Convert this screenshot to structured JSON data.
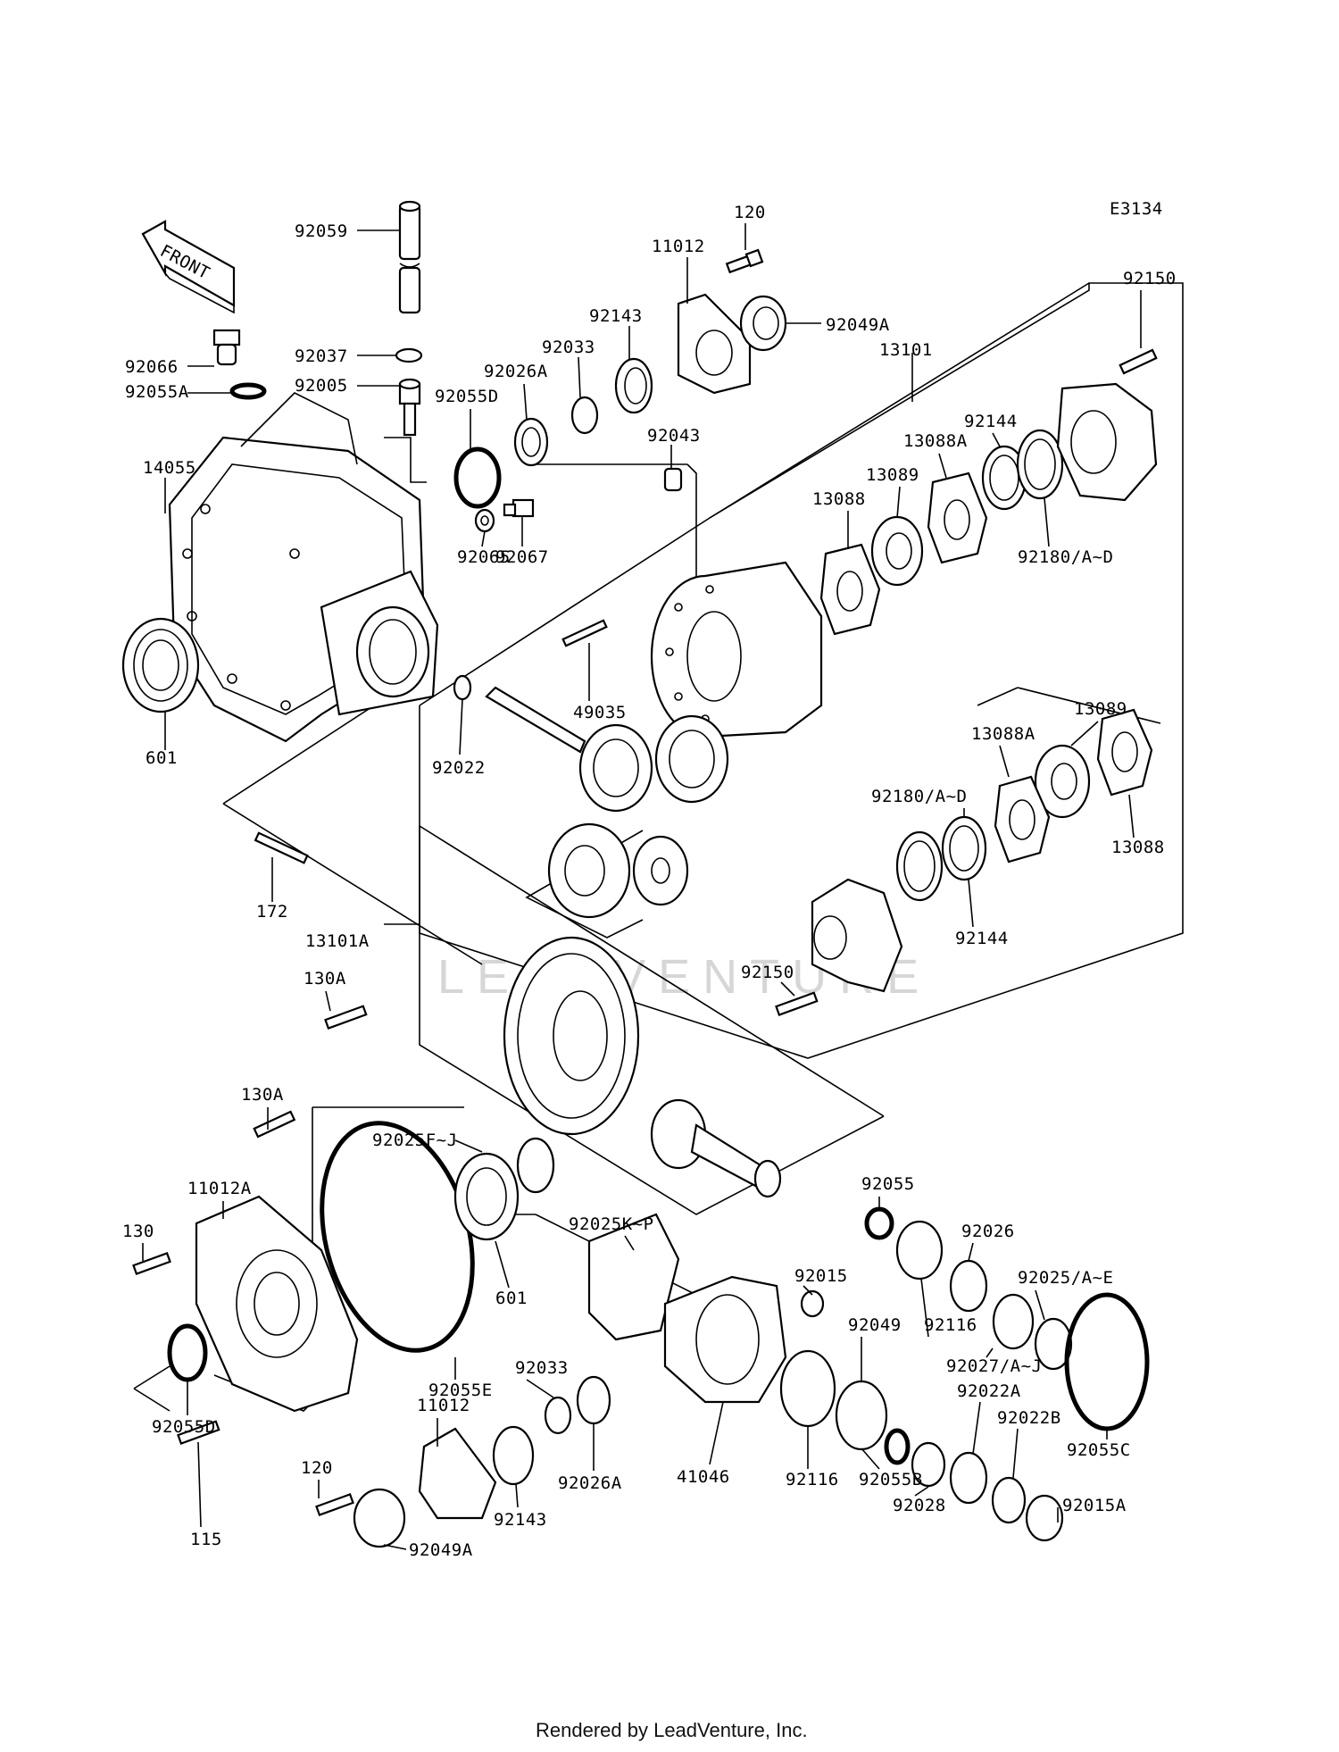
{
  "diagram": {
    "drawing_code": "E3134",
    "front_label": "FRONT",
    "watermark": "LEADVENTURE",
    "footer": "Rendered by LeadVenture, Inc.",
    "parts": [
      "92059",
      "92037",
      "92005",
      "92066",
      "92055A",
      "92055D",
      "14055",
      "601",
      "92065",
      "92067",
      "92026A",
      "92033",
      "92143",
      "11012",
      "120",
      "92049A",
      "13101",
      "92150",
      "92043",
      "92144",
      "13088A",
      "13089",
      "13088",
      "92180/A~D",
      "49035",
      "92022",
      "13089",
      "13088A",
      "92180/A~D",
      "13088",
      "92144",
      "92150",
      "172",
      "13101A",
      "130A",
      "130A",
      "92025F~J",
      "11012A",
      "130",
      "601",
      "92025K~P",
      "92055",
      "92026",
      "92025/A~E",
      "92015",
      "92049",
      "92116",
      "92027/A~J",
      "92055E",
      "92033",
      "92022A",
      "92022B",
      "92055D",
      "11012",
      "120",
      "115",
      "92143",
      "92026A",
      "41046",
      "92116",
      "92055B",
      "92028",
      "92015A",
      "92055C",
      "92049A"
    ]
  }
}
